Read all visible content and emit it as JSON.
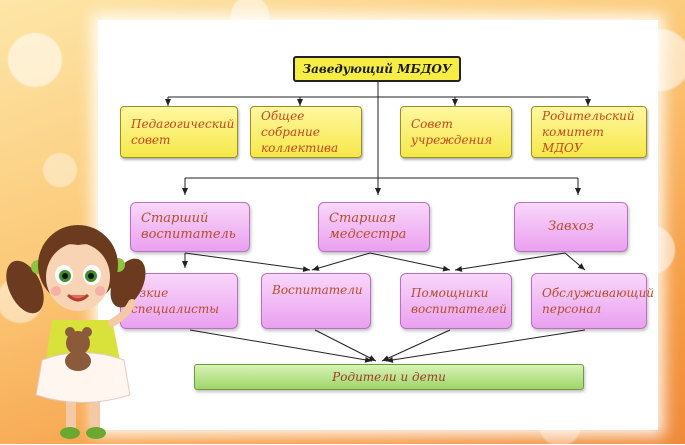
{
  "head": "Заведующий МБДОУ",
  "councils": [
    [
      "Педагогический",
      "совет"
    ],
    [
      "Общее собрание",
      "коллектива"
    ],
    [
      "Совет",
      "учреждения"
    ],
    [
      "Родительский",
      "комитет МДОУ"
    ]
  ],
  "managers": [
    [
      "Старший",
      "воспитатель"
    ],
    [
      "Старшая",
      "медсестра"
    ],
    [
      "Завхоз"
    ]
  ],
  "staff": [
    [
      "Узкие",
      "специалисты"
    ],
    [
      "Воспитатели"
    ],
    [
      "Помощники",
      "воспитателей"
    ],
    [
      "Обслуживающий",
      "персонал"
    ]
  ],
  "bottom": "Родители и дети",
  "colors": {
    "yellow": "#f6e84a",
    "pink": "#eaa0ef",
    "green": "#9fd56b"
  },
  "decoration": "cartoon-girl-with-teddy-bear"
}
